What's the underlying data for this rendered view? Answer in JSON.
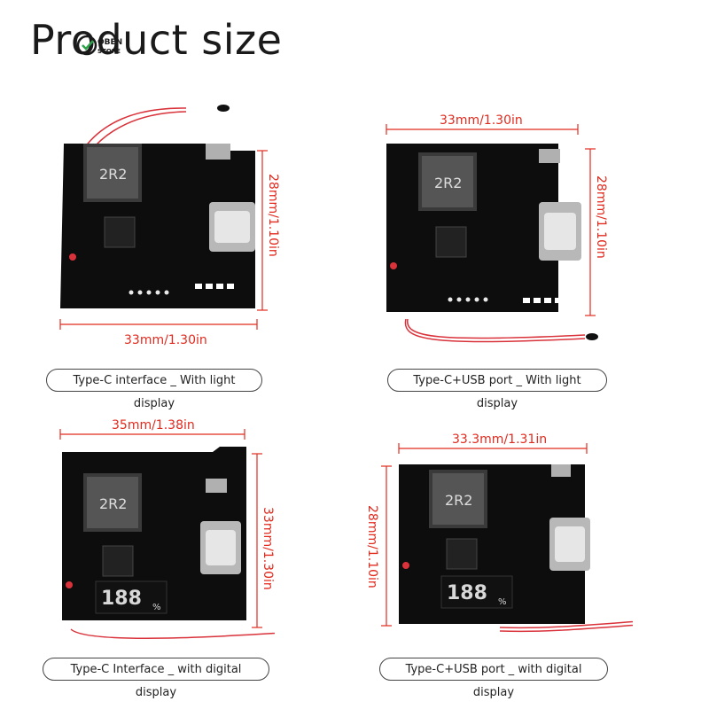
{
  "title": "Product size",
  "logo_text": "STORE",
  "products": [
    {
      "caption": "Type-C interface _ With light display",
      "width_label": "33mm/1.30in",
      "height_label": "28mm/1.10in",
      "inductor": "2R2"
    },
    {
      "caption": "Type-C+USB port _ With light display",
      "width_label": "33mm/1.30in",
      "height_label": "28mm/1.10in",
      "inductor": "2R2"
    },
    {
      "caption": "Type-C Interface _ with digital display",
      "width_label": "35mm/1.38in",
      "height_label": "33mm/1.30in",
      "inductor": "2R2"
    },
    {
      "caption": "Type-C+USB port _ with digital display",
      "width_label": "33.3mm/1.31in",
      "height_label": "28mm/1.10in",
      "inductor": "2R2"
    }
  ],
  "colors": {
    "accent": "#e12b1f",
    "pcb": "#0d0d0d",
    "text": "#1a1a1a"
  }
}
